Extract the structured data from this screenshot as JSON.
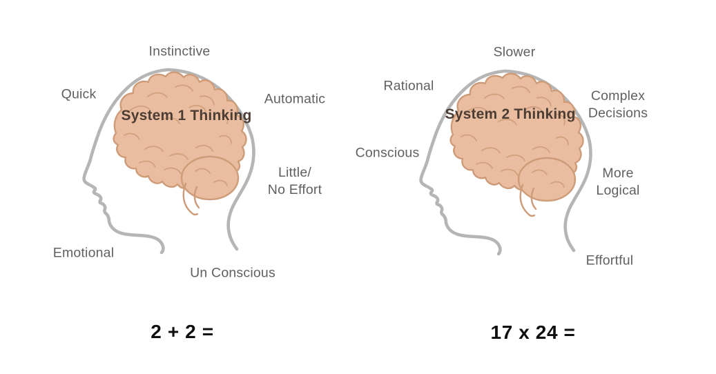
{
  "colors": {
    "background": "#ffffff",
    "head_stroke": "#b5b5b5",
    "brain_fill": "#eabda0",
    "brain_stroke": "#cd9b77",
    "label_color": "#606060",
    "brain_label_color": "#4c3d34",
    "equation_color": "#0f0f0f"
  },
  "panels": [
    {
      "name": "system-1",
      "brain_label": "System 1 Thinking",
      "equation": "2 + 2 =",
      "labels": {
        "top": "Instinctive",
        "upper_left": "Quick",
        "upper_right": "Automatic",
        "mid_right": "Little/\nNo Effort",
        "lower_left": "Emotional",
        "bottom": "Un Conscious"
      }
    },
    {
      "name": "system-2",
      "brain_label": "System 2 Thinking",
      "equation": "17 x 24 =",
      "labels": {
        "top": "Slower",
        "upper_left": "Rational",
        "upper_right": "Complex\nDecisions",
        "mid_left": "Conscious",
        "mid_right": "More\nLogical",
        "lower_right": "Effortful"
      }
    }
  ]
}
